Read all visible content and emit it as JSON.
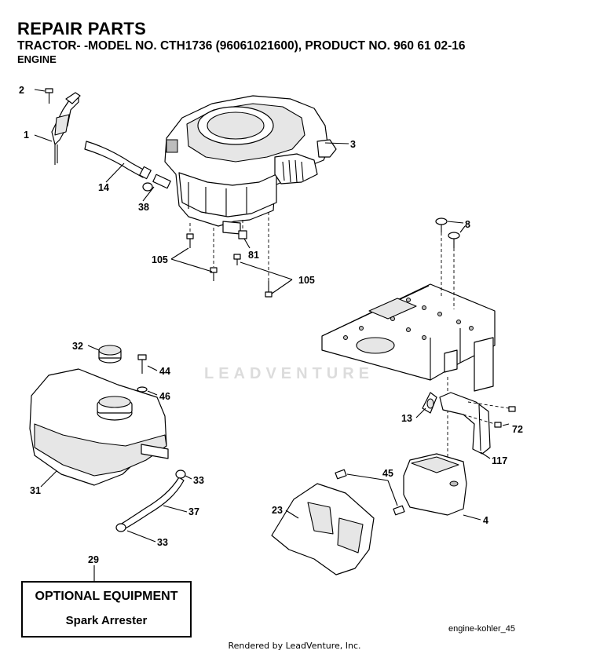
{
  "header": {
    "title": "REPAIR PARTS",
    "subtitle": "TRACTOR- -MODEL NO. CTH1736 (96061021600), PRODUCT NO. 960 61 02-16",
    "section": "ENGINE"
  },
  "callouts": {
    "c1": "1",
    "c2": "2",
    "c3": "3",
    "c4": "4",
    "c8": "8",
    "c13": "13",
    "c14": "14",
    "c23": "23",
    "c29": "29",
    "c31": "31",
    "c32": "32",
    "c33a": "33",
    "c33b": "33",
    "c37": "37",
    "c38": "38",
    "c44": "44",
    "c45": "45",
    "c46": "46",
    "c72": "72",
    "c81": "81",
    "c105a": "105",
    "c105b": "105",
    "c117": "117"
  },
  "optional": {
    "heading": "OPTIONAL EQUIPMENT",
    "item": "Spark Arrester"
  },
  "figure_ref": "engine-kohler_45",
  "footer": "Rendered by LeadVenture, Inc.",
  "watermark": "LEADVENTURE"
}
